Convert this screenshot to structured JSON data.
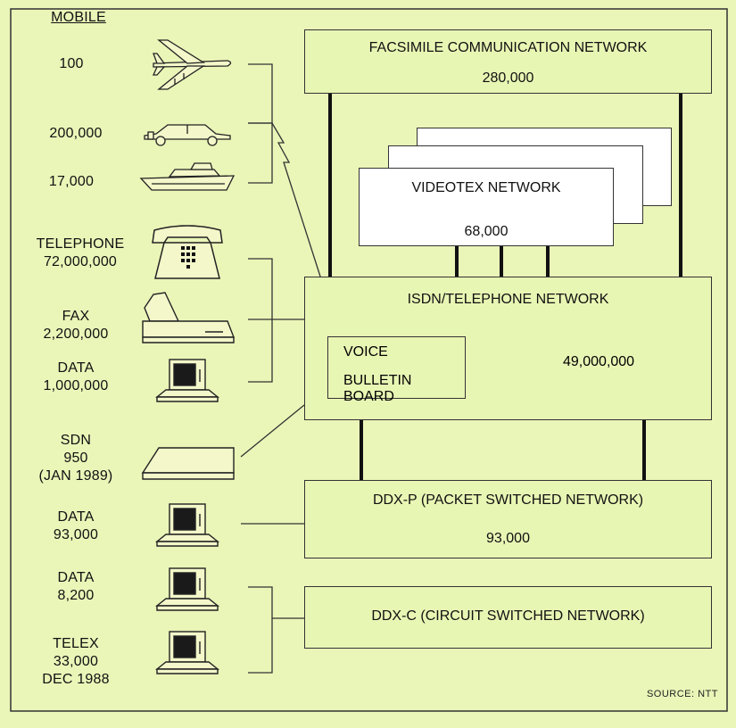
{
  "mobile": {
    "header": "MOBILE",
    "items": [
      {
        "value": "100",
        "icon": "airplane-icon"
      },
      {
        "value": "200,000",
        "icon": "car-icon"
      },
      {
        "value": "17,000",
        "icon": "ship-icon"
      }
    ]
  },
  "terminals": {
    "telephone": {
      "line1": "TELEPHONE",
      "line2": "72,000,000",
      "icon": "telephone-icon"
    },
    "fax": {
      "line1": "FAX",
      "line2": "2,200,000",
      "icon": "fax-machine-icon"
    },
    "data1": {
      "line1": "DATA",
      "line2": "1,000,000",
      "icon": "computer-terminal-icon"
    },
    "sdn": {
      "line1": "SDN",
      "line2": "950",
      "line3": "(JAN 1989)",
      "icon": "sdn-device-icon"
    },
    "data2": {
      "line1": "DATA",
      "line2": "93,000",
      "icon": "computer-terminal-icon"
    },
    "data3": {
      "line1": "DATA",
      "line2": "8,200",
      "icon": "computer-terminal-icon"
    },
    "telex": {
      "line1": "TELEX",
      "line2": "33,000",
      "line3": "DEC 1988",
      "icon": "computer-terminal-icon"
    }
  },
  "networks": {
    "facsimile": {
      "title": "FACSIMILE COMMUNICATION NETWORK",
      "count": "280,000"
    },
    "videotex": {
      "title": "VIDEOTEX NETWORK",
      "count": "68,000"
    },
    "isdn": {
      "title": "ISDN/TELEPHONE NETWORK",
      "count": "49,000,000",
      "sub_line1": "VOICE",
      "sub_line2": "BULLETIN BOARD"
    },
    "ddxp": {
      "title": "DDX-P (PACKET SWITCHED NETWORK)",
      "count": "93,000"
    },
    "ddxc": {
      "title": "DDX-C (CIRCUIT SWITCHED NETWORK)"
    }
  },
  "source": "SOURCE: NTT",
  "colors": {
    "background": "#eaf5b8",
    "box_fill": "#e8f6b4",
    "stroke": "#222222",
    "icon_fill": "#f3f7c9",
    "screen": "#1a1a1a"
  }
}
